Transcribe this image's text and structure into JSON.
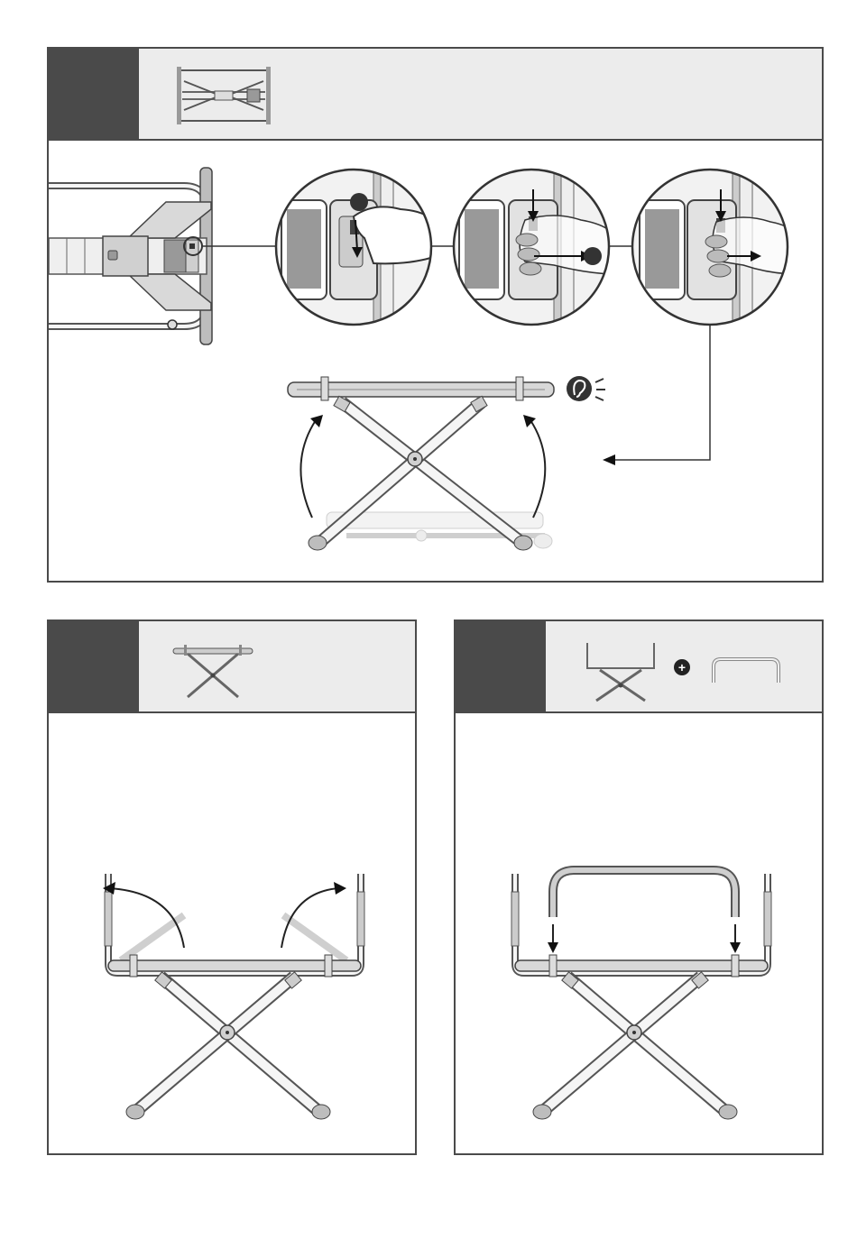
{
  "steps": [
    {
      "number": "",
      "thumbnail": "folded-stand-top-view"
    },
    {
      "number": "",
      "thumbnail": "open-stand-side-view"
    },
    {
      "number": "",
      "thumbnail": "stand-plus-bar"
    }
  ],
  "markers": {
    "plus": "+"
  },
  "icons": {
    "sound": "ear-click-icon"
  },
  "colors": {
    "dark": "#4a4a4a",
    "panel_bg": "#ececec",
    "part_gray": "#bdbdbd",
    "light_gray": "#e6e6e6"
  }
}
